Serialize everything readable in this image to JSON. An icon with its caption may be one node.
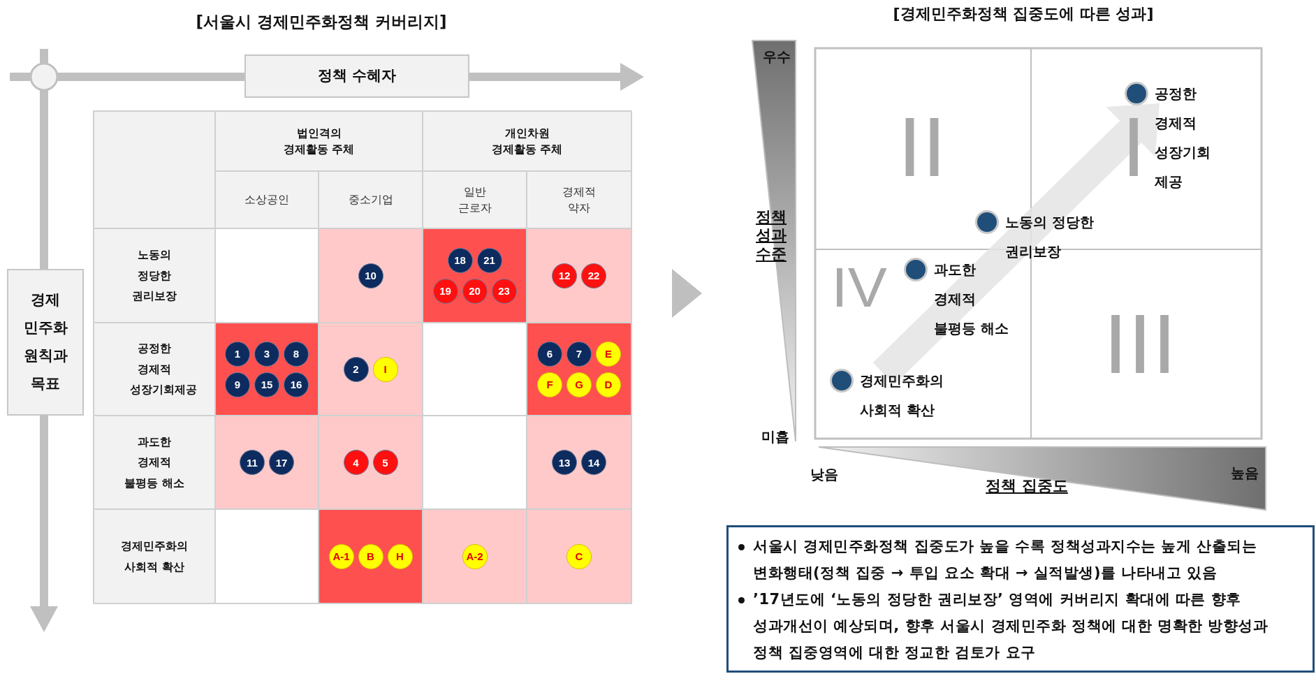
{
  "diagram": {
    "title": "[서울시 경제민주화정책 커버리지]",
    "nodes": [
      {
        "text": [
          "정책 수혜자"
        ]
      },
      {
        "text": [
          "경제 민주화 원칙과 목표"
        ]
      },
      {
        "text": [
          "10"
        ]
      },
      {
        "text": [
          "18"
        ]
      },
      {
        "text": [
          "21"
        ]
      },
      {
        "text": [
          "19"
        ]
      },
      {
        "text": [
          "20"
        ]
      },
      {
        "text": [
          "23"
        ]
      },
      {
        "text": [
          "12"
        ]
      },
      {
        "text": [
          "22"
        ]
      },
      {
        "text": [
          "1"
        ]
      },
      {
        "text": [
          "3"
        ]
      },
      {
        "text": [
          "8"
        ]
      },
      {
        "text": [
          "9"
        ]
      },
      {
        "text": [
          "15"
        ]
      },
      {
        "text": [
          "16"
        ]
      },
      {
        "text": [
          "2"
        ]
      },
      {
        "text": [
          "I"
        ]
      },
      {
        "text": [
          "6"
        ]
      },
      {
        "text": [
          "7"
        ]
      },
      {
        "text": [
          "E"
        ]
      },
      {
        "text": [
          "F"
        ]
      },
      {
        "text": [
          "G"
        ]
      },
      {
        "text": [
          "D"
        ]
      },
      {
        "text": [
          "11"
        ]
      },
      {
        "text": [
          "17"
        ]
      },
      {
        "text": [
          "4"
        ]
      },
      {
        "text": [
          "5"
        ]
      },
      {
        "text": [
          "13"
        ]
      },
      {
        "text": [
          "14"
        ]
      },
      {
        "text": [
          "A-1"
        ]
      },
      {
        "text": [
          "B"
        ]
      },
      {
        "text": [
          "H"
        ]
      },
      {
        "text": [
          "A-2"
        ]
      },
      {
        "text": [
          "C"
        ]
      },
      {
        "text": [],
        "shape": "circle",
        "beside": [
          "공정한 경제적 성장기회 제공"
        ]
      },
      {
        "text": [],
        "shape": "circle",
        "beside": [
          "노동의 정당한 권리보장"
        ]
      },
      {
        "text": [],
        "shape": "circle",
        "beside": [
          "과도한 경제적 불평등 해소"
        ]
      },
      {
        "text": [],
        "shape": "circle",
        "beside": [
          "경제민주화의 사회적 확산"
        ]
      },
      {
        "text": [
          "서울시 경제민주화정책 집중도가 높을 수록 정책성과지수는 높게 산출되는 변화행태(정책 집중 → 투입 요소 확대 → 실적발생)를 나타내고 있음",
          "’17년도에 ‘노동의 정당한 권리보장’ 영역에 커버리지 확대에 따른 향후 성과개선이 예상되며, 향후 서울시 경제민주화 정책에 대한 명확한 방향성과 정책 집중영역에 대한 정교한 검토가 요구"
        ]
      }
    ],
    "labels": [
      "법인격의 경제활동 주체",
      "개인차원 경제활동 주체",
      "소상공인",
      "중소기업",
      "일반 근로자",
      "경제적 약자",
      "노동의 정당한 권리보장",
      "공정한 경제적 성장기회제공",
      "과도한 경제적 불평등 해소",
      "경제민주화의 사회적 확산",
      "[경제민주화정책 집중도에 따른 성과]",
      "우수",
      "정책 성과 수준",
      "미흡",
      "낮음",
      "정책 집중도",
      "높음",
      "II",
      "I",
      "IV",
      "III"
    ]
  }
}
